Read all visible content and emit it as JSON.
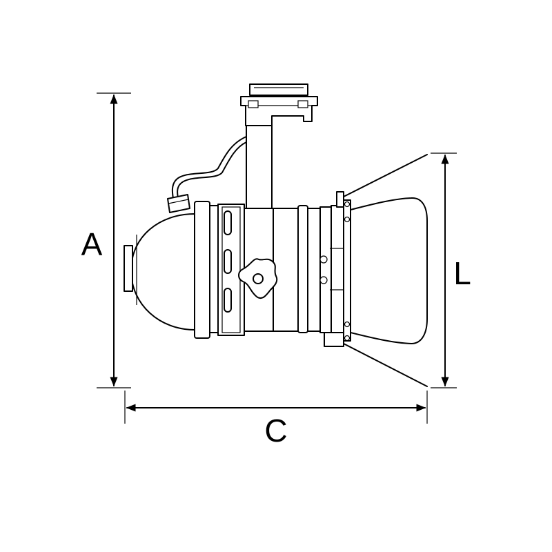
{
  "dimensions": {
    "height_label": "A",
    "length_label": "C",
    "front_label": "L"
  }
}
